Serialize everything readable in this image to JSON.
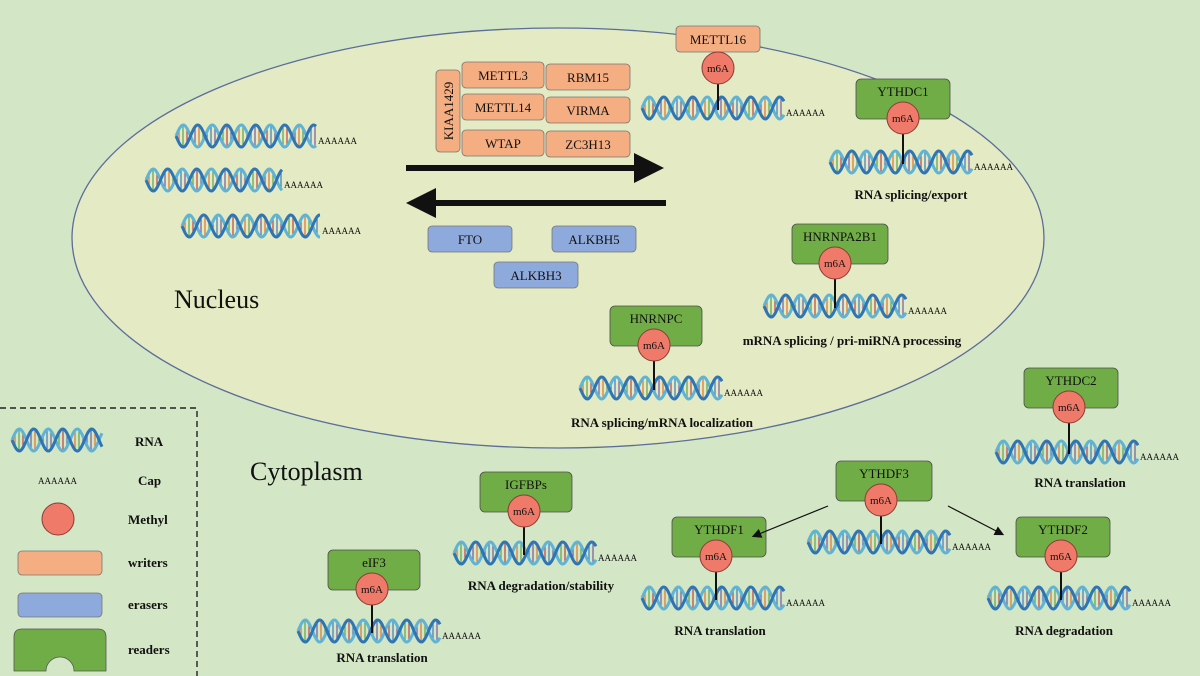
{
  "colors": {
    "background": "#d3e6c6",
    "nucleus": "#e3eac4",
    "writer": "#f5ad82",
    "eraser": "#8ea9db",
    "reader": "#70ad47",
    "methyl": "#f07a6a",
    "helix_a": "#2e75b6",
    "helix_b": "#5fb4d6"
  },
  "regions": {
    "nucleus": "Nucleus",
    "cytoplasm": "Cytoplasm"
  },
  "writers": {
    "complex_side": "KIAA1429",
    "complex": [
      "METTL3",
      "RBM15",
      "METTL14",
      "VIRMA",
      "WTAP",
      "ZC3H13"
    ],
    "single": "METTL16"
  },
  "erasers": [
    "FTO",
    "ALKBH5",
    "ALKBH3"
  ],
  "mark": "m6A",
  "cap": "AAAAAA",
  "readers": {
    "ythdc1": {
      "name": "YTHDC1",
      "function": "RNA splicing/export"
    },
    "hnrnpa2b1": {
      "name": "HNRNPA2B1",
      "function": "mRNA splicing / pri-miRNA processing"
    },
    "hnrnpc": {
      "name": "HNRNPC",
      "function": "RNA splicing/mRNA localization"
    },
    "ythdc2": {
      "name": "YTHDC2",
      "function": "RNA translation"
    },
    "igfbps": {
      "name": "IGFBPs",
      "function": "RNA degradation/stability"
    },
    "eif3": {
      "name": "eIF3",
      "function": "RNA translation"
    },
    "ythdf3": {
      "name": "YTHDF3"
    },
    "ythdf1": {
      "name": "YTHDF1",
      "function": "RNA translation"
    },
    "ythdf2": {
      "name": "YTHDF2",
      "function": "RNA degradation"
    }
  },
  "legend": {
    "rna": "RNA",
    "cap": "Cap",
    "methyl": "Methyl",
    "writers": "writers",
    "erasers": "erasers",
    "readers": "readers"
  }
}
